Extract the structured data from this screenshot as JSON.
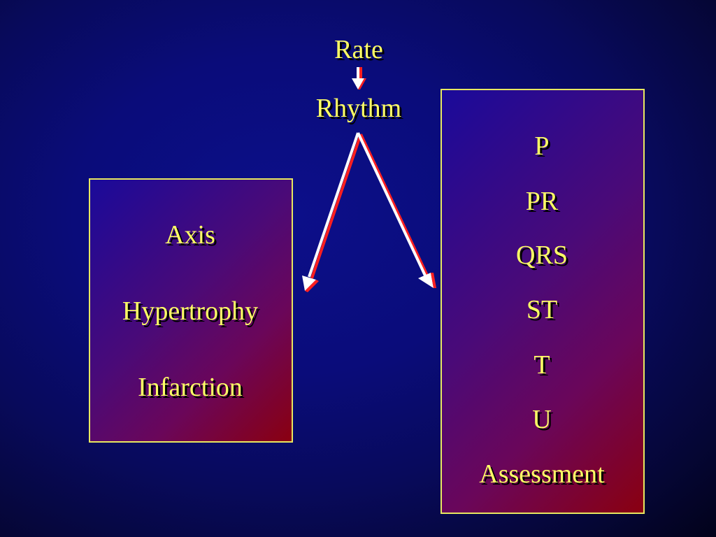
{
  "top": {
    "rate": "Rate",
    "rhythm": "Rhythm"
  },
  "left_box": {
    "items": [
      "Axis",
      "Hypertrophy",
      "Infarction"
    ]
  },
  "right_box": {
    "items": [
      "P",
      "PR",
      "QRS",
      "ST",
      "T",
      "U",
      "Assessment"
    ]
  },
  "colors": {
    "text": "#ffff66",
    "box_border": "#e8e860",
    "arrow": "#ffffff",
    "arrow_shadow": "#ff2020"
  }
}
